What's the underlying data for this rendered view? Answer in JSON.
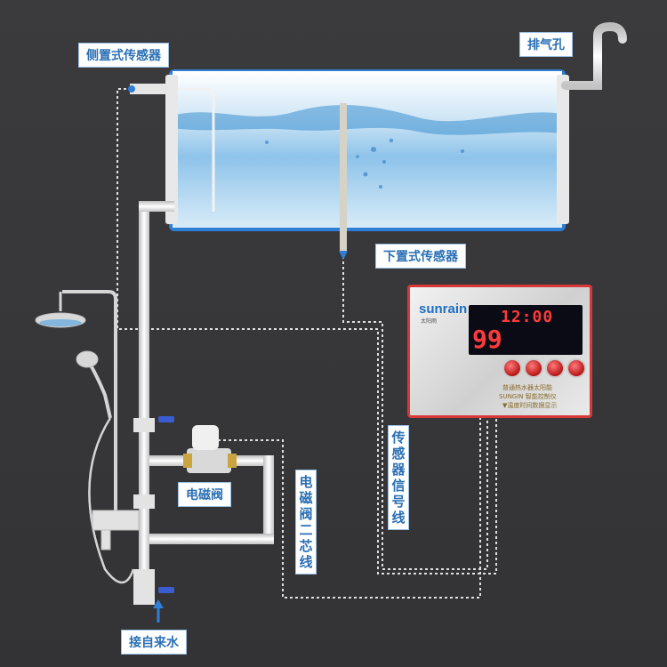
{
  "labels": {
    "side_sensor": "侧置式传感器",
    "vent": "排气孔",
    "bottom_sensor": "下置式传感器",
    "sensor_signal": "传感器信号线",
    "valve_wire": "电磁阀二芯线",
    "solenoid_valve": "电磁阀",
    "water_inlet": "接自来水"
  },
  "controller": {
    "brand": "sunrain",
    "brand_sub": "太阳雨",
    "lcd_top": "12:00",
    "lcd_big": "99",
    "panel_line1": "普通热水器太阳能",
    "panel_line2": "SUNGIN 智能控制仪",
    "panel_line3": "▼温度时间数据显示",
    "knobs": [
      "knob-1",
      "knob-2",
      "knob-3",
      "knob-4"
    ]
  },
  "colors": {
    "background": "#3a3a3c",
    "label_text": "#2a6fb4",
    "water": "#7fb6e0",
    "tank_rim": "#2f7fd6",
    "panel_border": "#d83838",
    "pipe": "#e6e6e6"
  }
}
